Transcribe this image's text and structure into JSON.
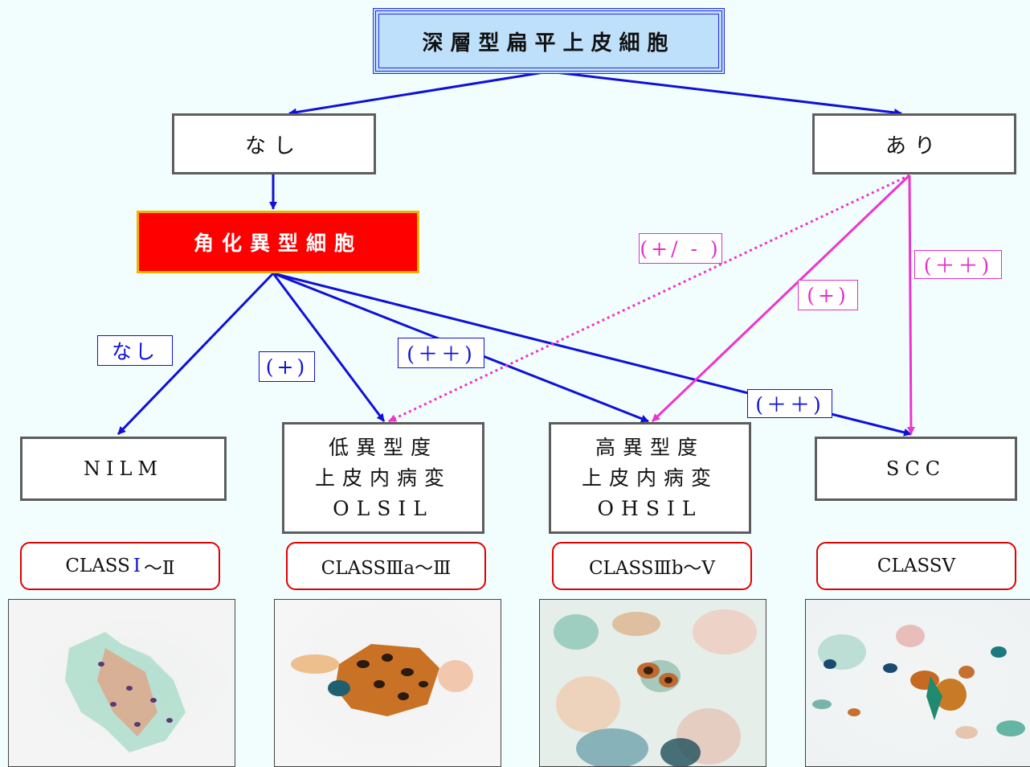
{
  "root_box": "深層型扁平上皮細胞",
  "branch_none": "なし",
  "branch_present": "あり",
  "atypical_box": "角化異型細胞",
  "edge_labels": {
    "none": "なし",
    "plus_low": "(+)",
    "plusplus_mid": "(＋＋)",
    "plusplus_scc": "(＋＋)",
    "pm": "(+/ - )",
    "plus_high": "(+)",
    "plusplus_right": "(＋＋)"
  },
  "results": {
    "nilm": "NILM",
    "lsil_line1": "低異型度",
    "lsil_line2": "上皮内病変",
    "lsil_line3": "OLSIL",
    "hsil_line1": "高異型度",
    "hsil_line2": "上皮内病変",
    "hsil_line3": "OHSIL",
    "scc": "SCC"
  },
  "classes": {
    "c1_prefix": "CLASS",
    "c1_roman": "Ⅰ",
    "c1_suffix": "～Ⅱ",
    "c2": "CLASSⅢa～Ⅲ",
    "c3": "CLASSⅢb～Ⅴ",
    "c4": "CLASSⅤ"
  },
  "colors": {
    "blue_arrow": "#1010d8",
    "pink_arrow": "#ee34cc",
    "root_fill": "#bfe0fb",
    "atypical_fill": "#ff0000",
    "class_border": "#e00000",
    "background": "#f2fefe"
  }
}
